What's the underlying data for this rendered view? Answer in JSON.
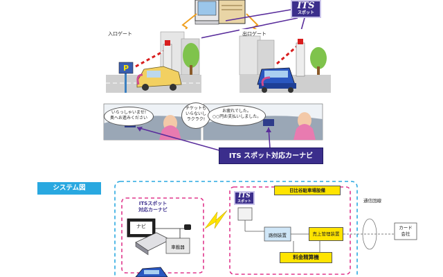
{
  "top": {
    "its_badge": {
      "title": "ITS",
      "subtitle": "スポット"
    },
    "entry_gate_label": "入口ゲート",
    "exit_gate_label": "出口ゲート",
    "parking_sign": "P",
    "entry_bubble_1": "いらっしゃいませ!\n奥へお進みください",
    "entry_bubble_2": "チケットも\nいらないし\nラクラク!",
    "exit_bubble": "お疲れでした。\n○○円お支払いしました。",
    "navi_caption": "ITS スポット対応カーナビ"
  },
  "system": {
    "title": "システム図",
    "its_navi_title_line1": "ITSスポット",
    "its_navi_title_line2": "対応カーナビ",
    "navi_screen_label": "ナビ",
    "onboard_unit": "車載器",
    "its_spot_badge_title": "ITS",
    "its_spot_badge_subtitle": "スポット",
    "parking_name": "日比谷駐車場設備",
    "roadside_unit": "路側装置",
    "management_unit": "売上管理装置",
    "fare_machine": "料金精算機",
    "network_label": "通信回線",
    "card_company": "カード\n会社"
  },
  "colors": {
    "its_purple": "#3b2e8c",
    "title_blue": "#29a8e0",
    "dash_blue": "#29a8e0",
    "dash_pink": "#e0368c",
    "yellow": "#ffe400",
    "arrow_orange": "#f0a020"
  }
}
